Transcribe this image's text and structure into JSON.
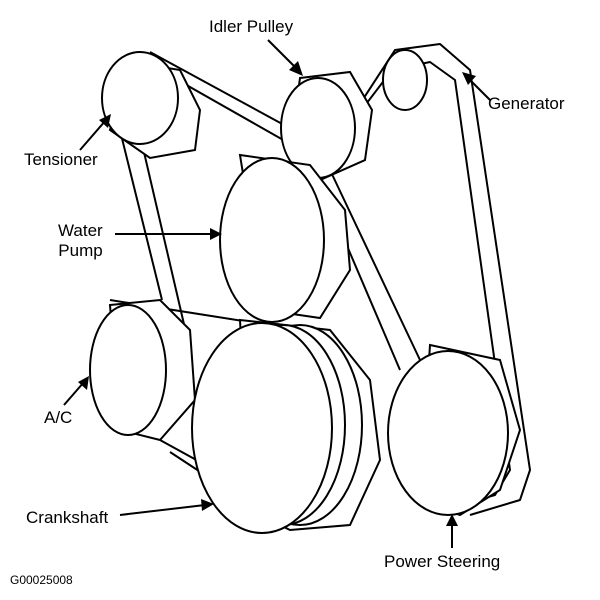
{
  "labels": {
    "idler_pulley": "Idler Pulley",
    "generator": "Generator",
    "tensioner": "Tensioner",
    "water_pump_line1": "Water",
    "water_pump_line2": "Pump",
    "ac": "A/C",
    "crankshaft": "Crankshaft",
    "power_steering": "Power Steering"
  },
  "figure_code": "G00025008"
}
